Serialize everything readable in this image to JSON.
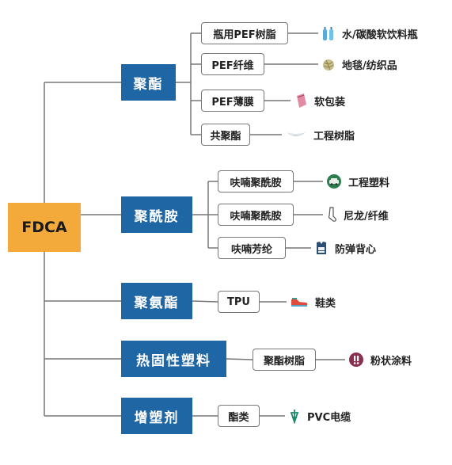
{
  "root": {
    "label": "FDCA"
  },
  "categories": [
    {
      "label": "聚酯",
      "items": [
        {
          "label": "瓶用PEF树脂",
          "application": "水/碳酸软饮料瓶",
          "icon": "bottles-icon"
        },
        {
          "label": "PEF纤维",
          "application": "地毯/纺织品",
          "icon": "yarn-icon"
        },
        {
          "label": "PEF薄膜",
          "application": "软包装",
          "icon": "pouch-icon"
        },
        {
          "label": "共聚酯",
          "application": "工程树脂",
          "icon": "resin-icon"
        }
      ]
    },
    {
      "label": "聚酰胺",
      "items": [
        {
          "label": "呋喃聚酰胺",
          "application": "工程塑料",
          "icon": "car-icon"
        },
        {
          "label": "呋喃聚酰胺",
          "application": "尼龙/纤维",
          "icon": "sock-icon"
        },
        {
          "label": "呋喃芳纶",
          "application": "防弹背心",
          "icon": "vest-icon"
        }
      ]
    },
    {
      "label": "聚氨酯",
      "items": [
        {
          "label": "TPU",
          "application": "鞋类",
          "icon": "shoe-icon"
        }
      ]
    },
    {
      "label": "热固性塑料",
      "items": [
        {
          "label": "聚酯树脂",
          "application": "粉状涂料",
          "icon": "powder-icon"
        }
      ]
    },
    {
      "label": "增塑剂",
      "items": [
        {
          "label": "酯类",
          "application": "PVC电缆",
          "icon": "cable-icon"
        }
      ]
    }
  ],
  "colors": {
    "root": "#f4a93b",
    "category": "#1f66a4",
    "connector": "#777777"
  }
}
